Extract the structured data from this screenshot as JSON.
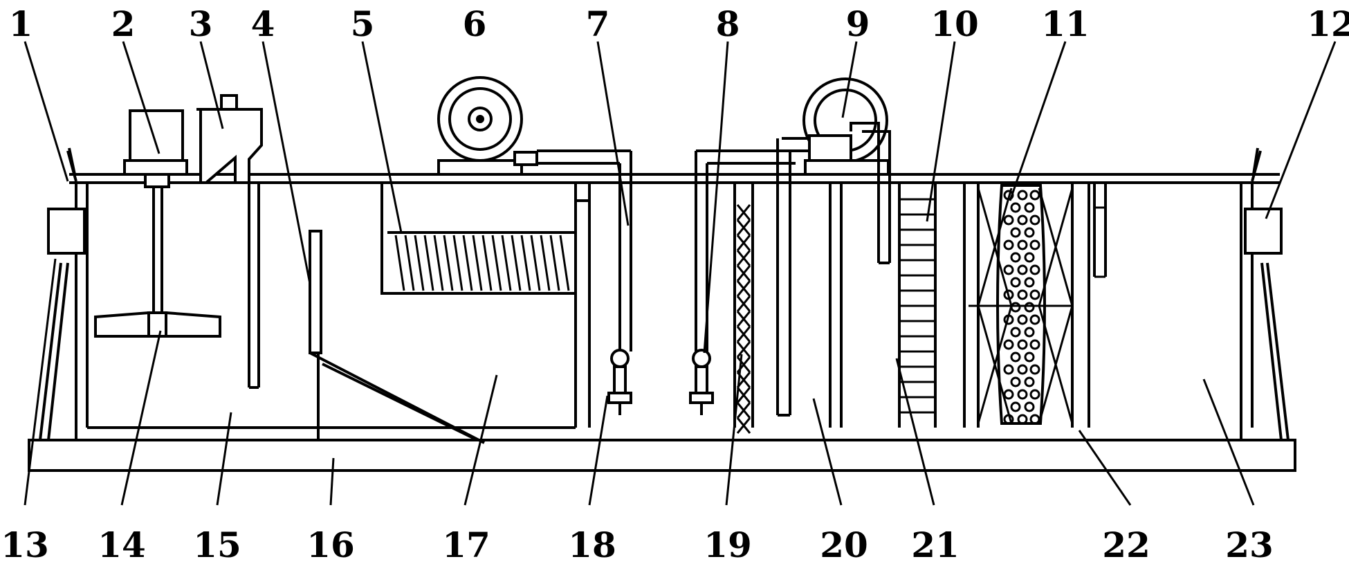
{
  "callouts": [
    {
      "text": "1"
    },
    {
      "text": "2"
    },
    {
      "text": "3"
    },
    {
      "text": "4"
    },
    {
      "text": "5"
    },
    {
      "text": "6"
    },
    {
      "text": "7"
    },
    {
      "text": "8"
    },
    {
      "text": "9"
    },
    {
      "text": "10"
    },
    {
      "text": "11"
    },
    {
      "text": "12"
    },
    {
      "text": "13"
    },
    {
      "text": "14"
    },
    {
      "text": "15"
    },
    {
      "text": "16"
    },
    {
      "text": "17"
    },
    {
      "text": "18"
    },
    {
      "text": "19"
    },
    {
      "text": "20"
    },
    {
      "text": "21"
    },
    {
      "text": "22"
    },
    {
      "text": "23"
    }
  ],
  "colors": {
    "ink": "#000000",
    "background": "#ffffff"
  }
}
